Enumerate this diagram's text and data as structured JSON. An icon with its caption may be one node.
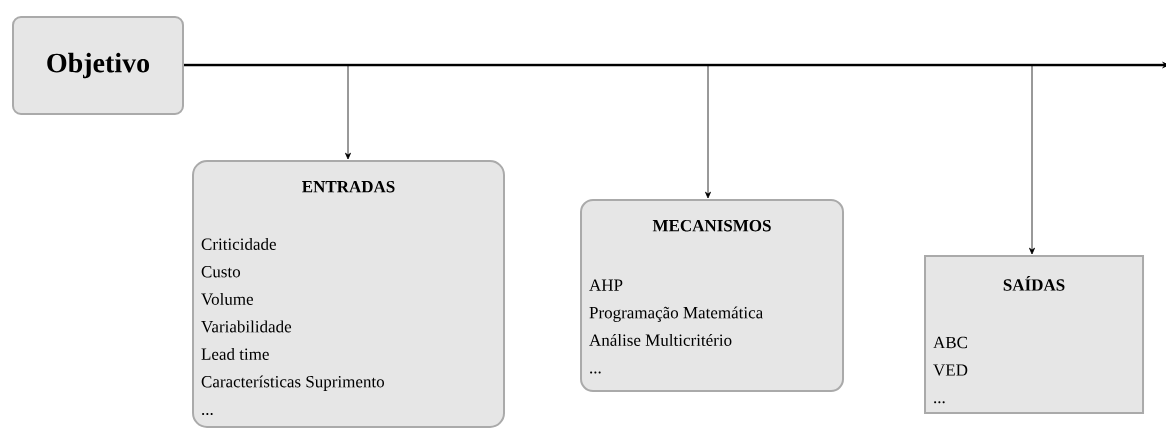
{
  "diagram": {
    "nodes": [
      {
        "text": [
          "Objetivo"
        ]
      },
      {
        "text": [
          "ENTRADAS",
          "Criticidade",
          "Custo",
          "Volume",
          "Variabilidade",
          "Lead time",
          "Características Suprimento",
          "..."
        ]
      },
      {
        "text": [
          "MECANISMOS",
          "AHP",
          "Programação Matemática",
          "Análise Multicritério",
          "..."
        ]
      },
      {
        "text": [
          "SAÍDAS",
          "ABC",
          "VED",
          "..."
        ]
      }
    ],
    "edges": [
      {
        "from": 0,
        "to": null,
        "arrow": "to",
        "style": "thick"
      },
      {
        "from": 0,
        "to": 1,
        "arrow": "to"
      },
      {
        "from": 0,
        "to": 2,
        "arrow": "to"
      },
      {
        "from": 0,
        "to": 3,
        "arrow": "to"
      }
    ]
  }
}
